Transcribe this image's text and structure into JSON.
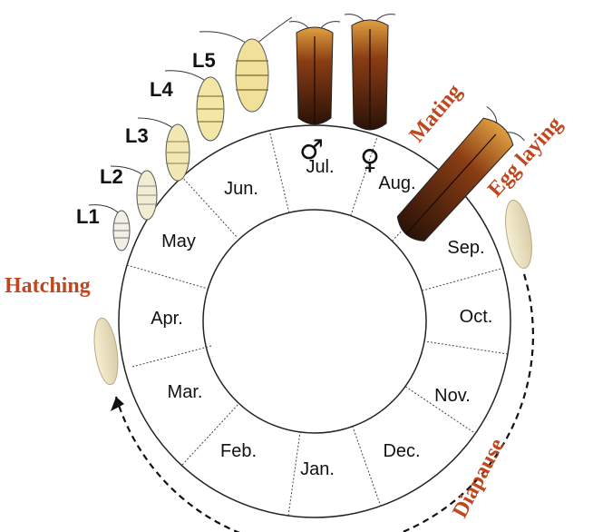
{
  "colors": {
    "phase_text": "#c0461e",
    "ring": "#222222",
    "adult_body": "#6b2f12",
    "adult_wing": "#3a1a0c",
    "larva_body": "#f3e7a6",
    "egg": "#efe6c2"
  },
  "months": {
    "jan": "Jan.",
    "feb": "Feb.",
    "mar": "Mar.",
    "apr": "Apr.",
    "may": "May",
    "jun": "Jun.",
    "jul": "Jul.",
    "aug": "Aug.",
    "sep": "Sep.",
    "oct": "Oct.",
    "nov": "Nov.",
    "dec": "Dec."
  },
  "larval_stages": {
    "l1": "L1",
    "l2": "L2",
    "l3": "L3",
    "l4": "L4",
    "l5": "L5"
  },
  "phases": {
    "hatching": "Hatching",
    "mating": "Mating",
    "egg_laying": "Egg laying",
    "diapause": "Diapause"
  },
  "sex_symbols": {
    "male": "♂",
    "female": "♀"
  }
}
